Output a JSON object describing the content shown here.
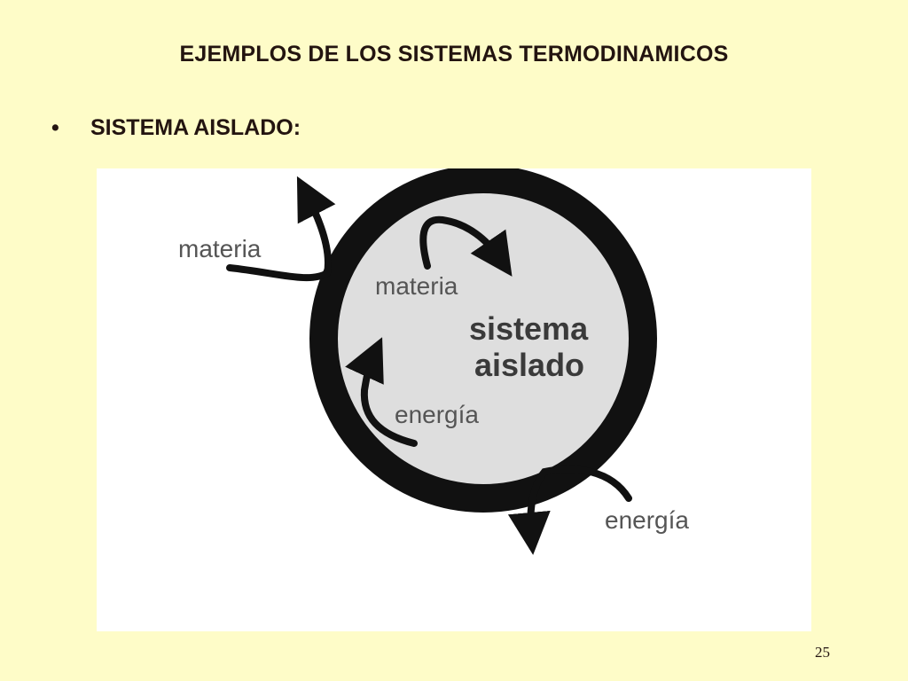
{
  "slide": {
    "title": "EJEMPLOS DE LOS SISTEMAS TERMODINAMICOS",
    "bullet_marker": "•",
    "bullet_text": "SISTEMA AISLADO:",
    "page_number": "25"
  },
  "diagram": {
    "outside_matter_label": "materia",
    "inside_matter_label": "materia",
    "system_label_line1": "sistema",
    "system_label_line2": "aislado",
    "inside_energy_label": "energía",
    "outside_energy_label": "energía"
  },
  "colors": {
    "background": "#fefcc8",
    "panel": "#ffffff",
    "system_fill": "#dedede",
    "boundary": "#111111",
    "label_text": "#555555",
    "system_text": "#3a3a3a"
  }
}
